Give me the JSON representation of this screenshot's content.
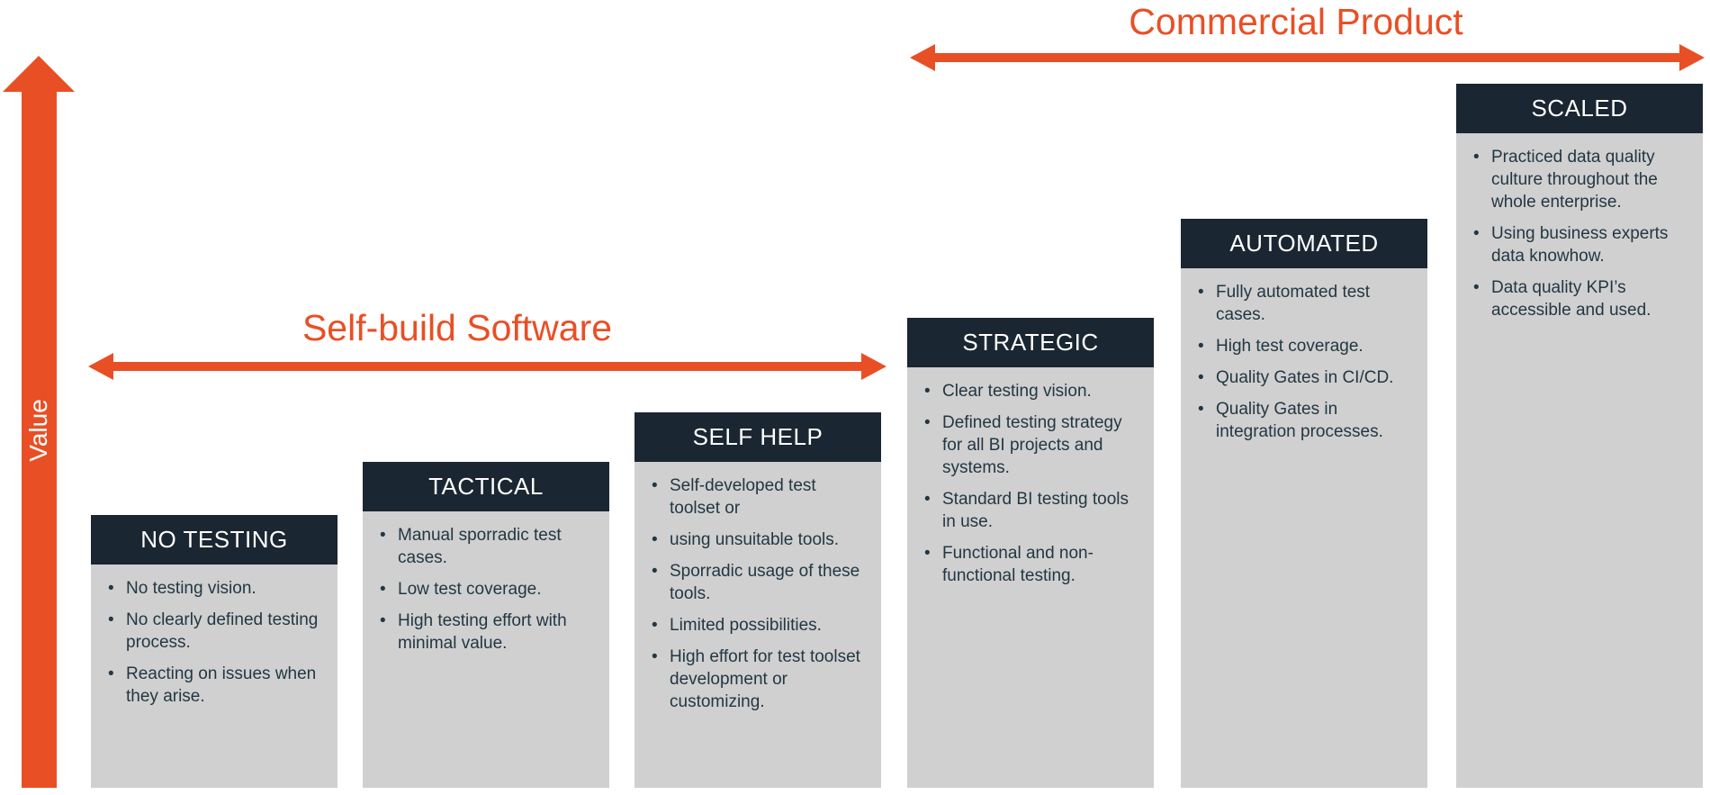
{
  "diagram": {
    "value_axis_label": "Value",
    "ranges": {
      "self_build_label": "Self-build Software",
      "commercial_label": "Commercial Product"
    },
    "columns": [
      {
        "title": "NO TESTING",
        "bullets": [
          "No testing vision.",
          "No clearly defined testing process.",
          "Reacting on issues when they arise."
        ]
      },
      {
        "title": "TACTICAL",
        "bullets": [
          "Manual sporradic test cases.",
          "Low test coverage.",
          "High testing effort with minimal value."
        ]
      },
      {
        "title": "SELF HELP",
        "bullets": [
          "Self-developed test toolset or",
          "using unsuitable tools.",
          "Sporradic usage of these tools.",
          "Limited possibilities.",
          "High effort for test toolset development or customizing."
        ]
      },
      {
        "title": "STRATEGIC",
        "bullets": [
          "Clear testing vision.",
          "Defined testing strategy for all BI projects and systems.",
          "Standard BI testing tools in use.",
          "Functional and non-functional testing."
        ]
      },
      {
        "title": "AUTOMATED",
        "bullets": [
          "Fully automated test cases.",
          "High test coverage.",
          "Quality Gates in CI/CD.",
          "Quality Gates in integration processes."
        ]
      },
      {
        "title": "SCALED",
        "bullets": [
          "Practiced data quality culture throughout the whole enterprise.",
          "Using business experts data knowhow.",
          "Data quality KPI’s accessible and used."
        ]
      }
    ]
  },
  "colors": {
    "accent_orange": "#E94F25",
    "header_dark": "#1A2631",
    "body_gray": "#D0D0D0",
    "bullet_text": "#233743",
    "header_text": "#FFFFFF"
  },
  "bullet_glyph": "•"
}
